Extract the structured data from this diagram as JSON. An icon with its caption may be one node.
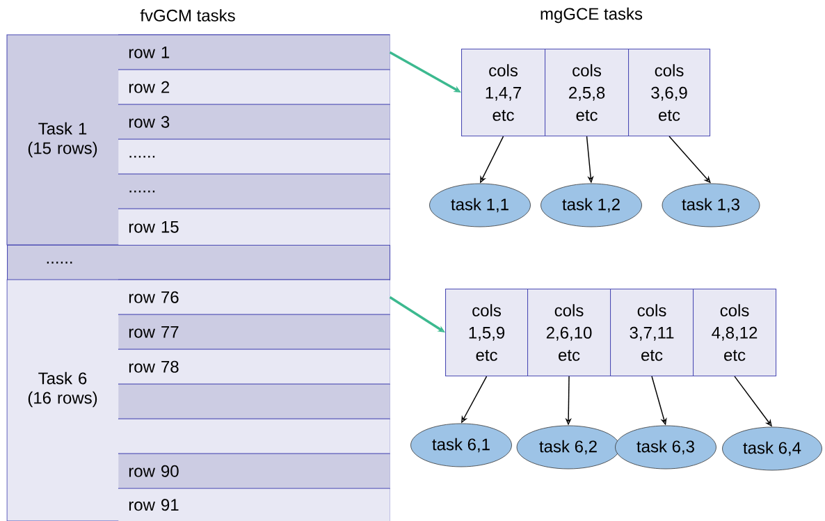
{
  "diagram": {
    "nodes": [
      {
        "text": [
          "Task 1 (15 rows)"
        ]
      },
      {
        "text": [
          "row 1"
        ],
        "in": 0
      },
      {
        "text": [
          "row 2"
        ],
        "in": 0
      },
      {
        "text": [
          "row 3"
        ],
        "in": 0
      },
      {
        "text": [
          "......"
        ],
        "in": 0
      },
      {
        "text": [
          "......"
        ],
        "in": 0
      },
      {
        "text": [
          "row 15"
        ],
        "in": 0
      },
      {
        "text": [
          "......"
        ]
      },
      {
        "text": [
          "Task 6 (16 rows)"
        ]
      },
      {
        "text": [
          "row 76"
        ],
        "in": 8
      },
      {
        "text": [
          "row 77"
        ],
        "in": 8
      },
      {
        "text": [
          "row 78"
        ],
        "in": 8
      },
      {
        "text": [],
        "shape": "box",
        "in": 8
      },
      {
        "text": [],
        "shape": "box",
        "in": 8
      },
      {
        "text": [
          "row 90"
        ],
        "in": 8
      },
      {
        "text": [
          "row 91"
        ],
        "in": 8
      },
      {
        "text": [
          "cols 1,4,7 etc"
        ]
      },
      {
        "text": [
          "cols 2,5,8 etc"
        ]
      },
      {
        "text": [
          "cols 3,6,9 etc"
        ]
      },
      {
        "text": [
          "task 1,1"
        ]
      },
      {
        "text": [
          "task 1,2"
        ]
      },
      {
        "text": [
          "task 1,3"
        ]
      },
      {
        "text": [
          "cols 1,5,9 etc"
        ]
      },
      {
        "text": [
          "cols 2,6,10 etc"
        ]
      },
      {
        "text": [
          "cols 3,7,11 etc"
        ]
      },
      {
        "text": [
          "cols 4,8,12 etc"
        ]
      },
      {
        "text": [
          "task 6,1"
        ]
      },
      {
        "text": [
          "task 6,2"
        ]
      },
      {
        "text": [
          "task 6,3"
        ]
      },
      {
        "text": [
          "task 6,4"
        ]
      }
    ],
    "edges": [
      {
        "from": 1,
        "to": 16,
        "arrow": "to",
        "style": "thick",
        "color": "#3cb98f"
      },
      {
        "from": 9,
        "to": 22,
        "arrow": "to",
        "style": "thick",
        "color": "#3cb98f"
      },
      {
        "from": 16,
        "to": 19,
        "arrow": "to"
      },
      {
        "from": 17,
        "to": 20,
        "arrow": "to"
      },
      {
        "from": 18,
        "to": 21,
        "arrow": "to"
      },
      {
        "from": 22,
        "to": 26,
        "arrow": "to"
      },
      {
        "from": 23,
        "to": 27,
        "arrow": "to"
      },
      {
        "from": 24,
        "to": 28,
        "arrow": "to"
      },
      {
        "from": 25,
        "to": 29,
        "arrow": "to"
      }
    ],
    "labels": [
      "fvGCM tasks",
      "mgGCE tasks"
    ]
  }
}
